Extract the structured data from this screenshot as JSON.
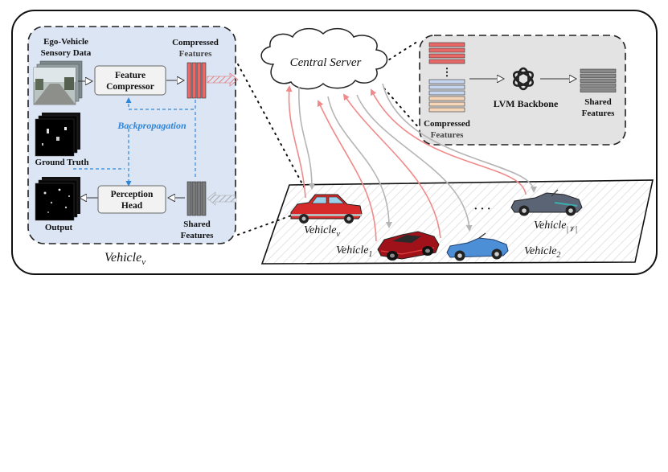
{
  "vehicle_panel": {
    "ego_label_line1": "Ego-Vehicle",
    "ego_label_line2": "Sensory Data",
    "compressor_line1": "Feature",
    "compressor_line2": "Compressor",
    "compressed_line1": "Compressed",
    "compressed_line2": "Features",
    "backprop": "Backpropagation",
    "ground_truth": "Ground Truth",
    "perception_line1": "Perception",
    "perception_line2": "Head",
    "shared_line1": "Shared",
    "shared_line2": "Features",
    "output": "Output",
    "caption_base": "Vehicle",
    "caption_sub": "v"
  },
  "server": {
    "title": "Central Server"
  },
  "server_panel": {
    "compressed_line1": "Compressed",
    "compressed_line2": "Features",
    "backbone": "LVM Backbone",
    "shared_line1": "Shared",
    "shared_line2": "Features",
    "ellipsis": "⋮"
  },
  "road": {
    "ego_base": "Vehicle",
    "ego_sub": "v",
    "v1_base": "Vehicle",
    "v1_sub": "1",
    "v2_base": "Vehicle",
    "v2_sub": "2",
    "vN_base": "Vehicle",
    "vN_sub": "|𝒱|",
    "dots": "·  ·  ·"
  },
  "colors": {
    "panel_blue": "#dbe5f4",
    "panel_gray": "#e3e3e3",
    "upload_red": "#f08a8a",
    "download_gray": "#b5b5b5",
    "backprop_blue": "#2f86d9",
    "compressed_red": "#e86868",
    "shared_gray": "#7a7a7a"
  },
  "icons": {
    "llm": "openai-knot-icon",
    "vehicles": [
      "red-sedan-icon",
      "red-sports-car-icon",
      "blue-roadster-icon",
      "gray-roadster-icon"
    ]
  }
}
